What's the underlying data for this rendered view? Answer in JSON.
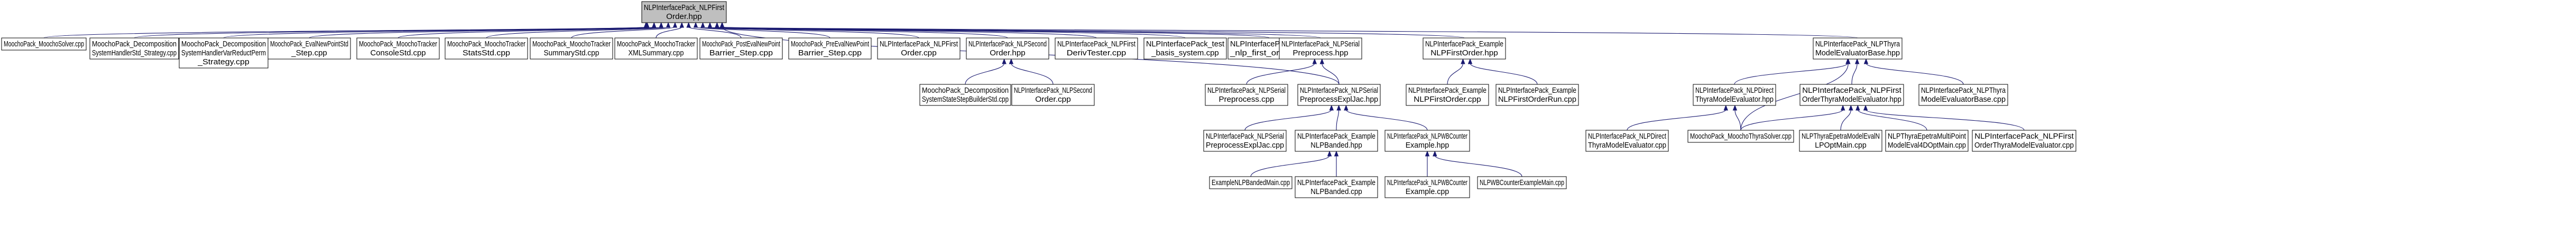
{
  "graph": {
    "title": "",
    "colors": {
      "edge": "#191970",
      "root_fill": "#bfbfbf",
      "node_fill": "#ffffff",
      "border": "#000000"
    },
    "nodes": [
      {
        "id": "root",
        "lines": [
          "NLPInterfacePack_NLPFirst",
          "Order.hpp"
        ],
        "root": true
      },
      {
        "id": "n_mochosolver",
        "lines": [
          "MoochoPack_MoochoSolver.cpp"
        ]
      },
      {
        "id": "n_decomp_std",
        "lines": [
          "MoochoPack_Decomposition",
          "SystemHandlerStd_Strategy.cpp"
        ]
      },
      {
        "id": "n_decomp_varred",
        "lines": [
          "MoochoPack_Decomposition",
          "SystemHandlerVarReductPerm",
          "_Strategy.cpp"
        ]
      },
      {
        "id": "n_evalnewpoint",
        "lines": [
          "MoochoPack_EvalNewPointStd",
          "_Step.cpp"
        ]
      },
      {
        "id": "n_tracker_console",
        "lines": [
          "MoochoPack_MoochoTracker",
          "ConsoleStd.cpp"
        ]
      },
      {
        "id": "n_tracker_stats",
        "lines": [
          "MoochoPack_MoochoTracker",
          "StatsStd.cpp"
        ]
      },
      {
        "id": "n_tracker_summary",
        "lines": [
          "MoochoPack_MoochoTracker",
          "SummaryStd.cpp"
        ]
      },
      {
        "id": "n_tracker_xml",
        "lines": [
          "MoochoPack_MoochoTracker",
          "XMLSummary.cpp"
        ]
      },
      {
        "id": "n_posteval",
        "lines": [
          "MoochoPack_PostEvalNewPoint",
          "Barrier_Step.cpp"
        ]
      },
      {
        "id": "n_preeval",
        "lines": [
          "MoochoPack_PreEvalNewPoint",
          "Barrier_Step.cpp"
        ]
      },
      {
        "id": "n_nlpfirst_cpp",
        "lines": [
          "NLPInterfacePack_NLPFirst",
          "Order.cpp"
        ]
      },
      {
        "id": "n_nlpsecond_hpp",
        "lines": [
          "NLPInterfacePack_NLPSecond",
          "Order.hpp"
        ]
      },
      {
        "id": "n_derivtester",
        "lines": [
          "NLPInterfacePack_NLPFirst",
          "DerivTester.cpp"
        ]
      },
      {
        "id": "n_test_basis",
        "lines": [
          "NLPInterfacePack_test",
          "_basis_system.cpp"
        ]
      },
      {
        "id": "n_test_nlpfirst",
        "lines": [
          "NLPInterfacePack_test",
          "_nlp_first_order.cpp"
        ]
      },
      {
        "id": "n_serial_prep_hpp",
        "lines": [
          "NLPInterfacePack_NLPSerial",
          "Preprocess.hpp"
        ]
      },
      {
        "id": "n_example_hpp",
        "lines": [
          "NLPInterfacePack_Example",
          "NLPFirstOrder.hpp"
        ]
      },
      {
        "id": "n_thyra_base_hpp",
        "lines": [
          "NLPInterfacePack_NLPThyra",
          "ModelEvaluatorBase.hpp"
        ]
      },
      {
        "id": "n_statesim",
        "lines": [
          "MoochoPack_Decomposition",
          "SystemStateStepBuilderStd.cpp"
        ]
      },
      {
        "id": "n_nlpsecond_cpp",
        "lines": [
          "NLPInterfacePack_NLPSecond",
          "Order.cpp"
        ]
      },
      {
        "id": "n_serial_prep_cpp",
        "lines": [
          "NLPInterfacePack_NLPSerial",
          "Preprocess.cpp"
        ]
      },
      {
        "id": "n_serial_prepexpl_hpp",
        "lines": [
          "NLPInterfacePack_NLPSerial",
          "PreprocessExplJac.hpp"
        ]
      },
      {
        "id": "n_example_cpp",
        "lines": [
          "NLPInterfacePack_Example",
          "NLPFirstOrder.cpp"
        ]
      },
      {
        "id": "n_example_run",
        "lines": [
          "NLPInterfacePack_Example",
          "NLPFirstOrderRun.cpp"
        ]
      },
      {
        "id": "n_direct_hpp",
        "lines": [
          "NLPInterfacePack_NLPDirect",
          "ThyraModelEvaluator.hpp"
        ]
      },
      {
        "id": "n_firstorder_hpp",
        "lines": [
          "NLPInterfacePack_NLPFirst",
          "OrderThyraModelEvaluator.hpp"
        ]
      },
      {
        "id": "n_thyra_base_cpp",
        "lines": [
          "NLPInterfacePack_NLPThyra",
          "ModelEvaluatorBase.cpp"
        ]
      },
      {
        "id": "n_serial_prepexpl_cpp",
        "lines": [
          "NLPInterfacePack_NLPSerial",
          "PreprocessExplJac.cpp"
        ]
      },
      {
        "id": "n_ex_banded_hpp",
        "lines": [
          "NLPInterfacePack_Example",
          "NLPBanded.hpp"
        ]
      },
      {
        "id": "n_wb_hpp",
        "lines": [
          "NLPInterfacePack_NLPWBCounter",
          "Example.hpp"
        ]
      },
      {
        "id": "n_direct_cpp",
        "lines": [
          "NLPInterfacePack_NLPDirect",
          "ThyraModelEvaluator.cpp"
        ]
      },
      {
        "id": "n_thyrasolver",
        "lines": [
          "MoochoPack_MoochoThyraSolver.cpp"
        ]
      },
      {
        "id": "n_epetra_single",
        "lines": [
          "NLPThyraEpetraModelEvalN",
          "LPOptMain.cpp"
        ]
      },
      {
        "id": "n_epetra_multi",
        "lines": [
          "NLPThyraEpetraMultiPoint",
          "ModelEval4DOptMain.cpp"
        ]
      },
      {
        "id": "n_firstorder_cpp",
        "lines": [
          "NLPInterfacePack_NLPFirst",
          "OrderThyraModelEvaluator.cpp"
        ]
      },
      {
        "id": "n_bandedmain",
        "lines": [
          "ExampleNLPBandedMain.cpp"
        ]
      },
      {
        "id": "n_ex_banded_cpp",
        "lines": [
          "NLPInterfacePack_Example",
          "NLPBanded.cpp"
        ]
      },
      {
        "id": "n_wb_cpp",
        "lines": [
          "NLPInterfacePack_NLPWBCounter",
          "Example.cpp"
        ]
      },
      {
        "id": "n_wbmain",
        "lines": [
          "NLPWBCounterExampleMain.cpp"
        ]
      }
    ],
    "edges": [
      [
        "n_mochosolver",
        "root"
      ],
      [
        "n_decomp_std",
        "root"
      ],
      [
        "n_decomp_varred",
        "root"
      ],
      [
        "n_evalnewpoint",
        "root"
      ],
      [
        "n_tracker_console",
        "root"
      ],
      [
        "n_tracker_stats",
        "root"
      ],
      [
        "n_tracker_summary",
        "root"
      ],
      [
        "n_tracker_xml",
        "root"
      ],
      [
        "n_posteval",
        "root"
      ],
      [
        "n_preeval",
        "root"
      ],
      [
        "n_nlpfirst_cpp",
        "root"
      ],
      [
        "n_nlpsecond_hpp",
        "root"
      ],
      [
        "n_derivtester",
        "root"
      ],
      [
        "n_test_basis",
        "root"
      ],
      [
        "n_test_nlpfirst",
        "root"
      ],
      [
        "n_serial_prep_hpp",
        "root"
      ],
      [
        "n_example_hpp",
        "root"
      ],
      [
        "n_thyra_base_hpp",
        "root"
      ],
      [
        "n_serial_prepexpl_hpp",
        "root"
      ],
      [
        "n_statesim",
        "n_nlpsecond_hpp"
      ],
      [
        "n_nlpsecond_cpp",
        "n_nlpsecond_hpp"
      ],
      [
        "n_serial_prep_cpp",
        "n_serial_prep_hpp"
      ],
      [
        "n_serial_prepexpl_hpp",
        "n_serial_prep_hpp"
      ],
      [
        "n_example_cpp",
        "n_example_hpp"
      ],
      [
        "n_example_run",
        "n_example_hpp"
      ],
      [
        "n_direct_hpp",
        "n_thyra_base_hpp"
      ],
      [
        "n_firstorder_hpp",
        "n_thyra_base_hpp"
      ],
      [
        "n_thyra_base_cpp",
        "n_thyra_base_hpp"
      ],
      [
        "n_thyrasolver",
        "n_thyra_base_hpp"
      ],
      [
        "n_serial_prepexpl_cpp",
        "n_serial_prepexpl_hpp"
      ],
      [
        "n_ex_banded_hpp",
        "n_serial_prepexpl_hpp"
      ],
      [
        "n_wb_hpp",
        "n_serial_prepexpl_hpp"
      ],
      [
        "n_direct_cpp",
        "n_direct_hpp"
      ],
      [
        "n_thyrasolver",
        "n_direct_hpp"
      ],
      [
        "n_thyrasolver",
        "n_firstorder_hpp"
      ],
      [
        "n_epetra_single",
        "n_firstorder_hpp"
      ],
      [
        "n_epetra_multi",
        "n_firstorder_hpp"
      ],
      [
        "n_firstorder_cpp",
        "n_firstorder_hpp"
      ],
      [
        "n_bandedmain",
        "n_ex_banded_hpp"
      ],
      [
        "n_ex_banded_cpp",
        "n_ex_banded_hpp"
      ],
      [
        "n_wb_cpp",
        "n_wb_hpp"
      ],
      [
        "n_wbmain",
        "n_wb_hpp"
      ]
    ]
  }
}
